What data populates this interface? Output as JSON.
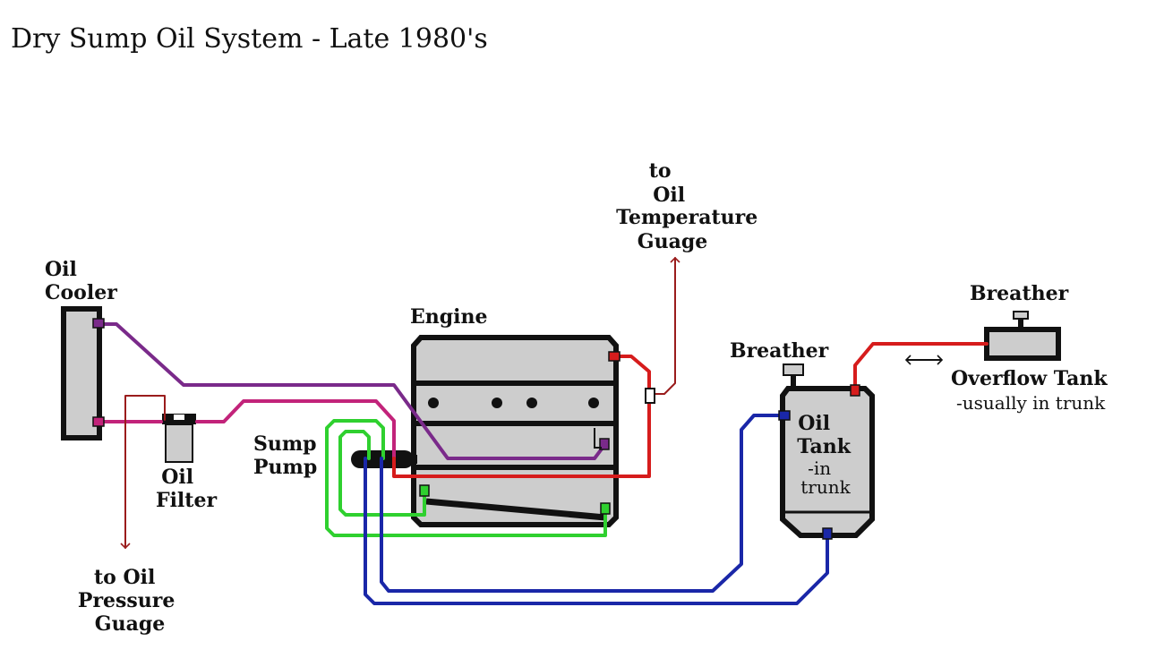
{
  "title": "Dry Sump Oil System - Late 1980's",
  "labels": {
    "oil_cooler": [
      "Oil",
      "Cooler"
    ],
    "engine": "Engine",
    "sump_pump": [
      "Sump",
      "Pump"
    ],
    "oil_filter": [
      "Oil",
      "Filter"
    ],
    "to_oil_pressure_gauge": [
      "to Oil",
      "Pressure",
      "Guage"
    ],
    "to_oil_temperature_gauge": [
      "to",
      "Oil",
      "Temperature",
      "Guage"
    ],
    "tank_breather": "Breather",
    "oil_tank": [
      "Oil",
      "Tank",
      "-in",
      "trunk"
    ],
    "overflow_breather": "Breather",
    "overflow_tank": [
      "Overflow Tank",
      "-usually in trunk"
    ]
  },
  "colors": {
    "outline": "#111111",
    "component_fill": "#cdcdcd",
    "cooler_supply_line": "#7a2a8a",
    "cooler_return_line": "#c2237a",
    "feed_line": "#d61c1c",
    "scavenge_line": "#2fd02f",
    "tank_line": "#1a27a8",
    "gauge_line": "#9a1c1c"
  }
}
